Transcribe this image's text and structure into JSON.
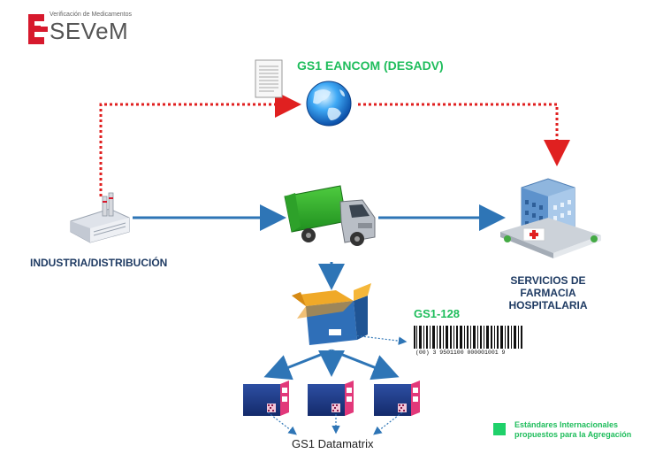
{
  "logo": {
    "tagline": "Verificación de Medicamentos",
    "wordmark": "SEVeM"
  },
  "standards": {
    "eancom": "GS1 EANCOM (DESADV)",
    "gs1_128": "GS1-128",
    "datamatrix": "GS1 Datamatrix"
  },
  "nodes": {
    "industry": "INDUSTRIA/DISTRIBUCIÓN",
    "hospital_line1": "SERVICIOS DE FARMACIA",
    "hospital_line2": "HOSPITALARIA"
  },
  "barcode": {
    "digits": "(00) 3 9501100 000001001 9"
  },
  "legend": {
    "line1": "Estándares Internacionales",
    "line2": "propuestos para la Agregación"
  },
  "colors": {
    "flow_blue": "#2e75b6",
    "dotted_red": "#e02020",
    "label_green": "#1fbd5c",
    "label_navy": "#1f3b63",
    "brand_red": "#d7192d"
  }
}
